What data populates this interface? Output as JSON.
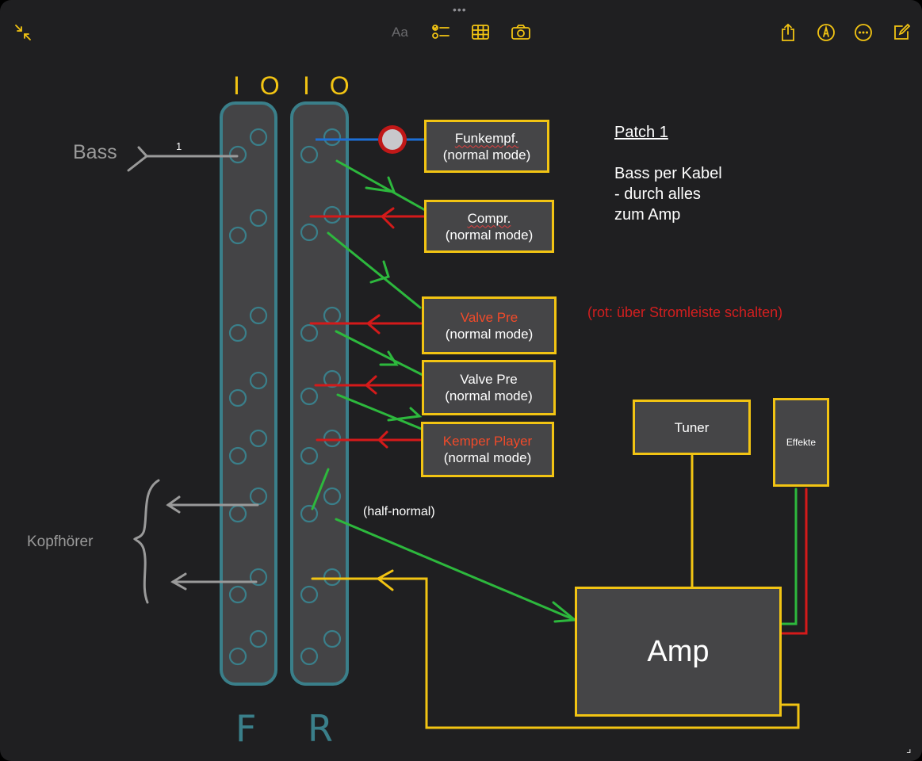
{
  "toolbar": {
    "format_label": "Aa",
    "grabber": "•••",
    "icons": [
      "collapse-icon",
      "checklist-icon",
      "table-icon",
      "camera-icon",
      "share-icon",
      "markup-pen-icon",
      "more-icon",
      "compose-icon"
    ]
  },
  "colors": {
    "accent": "#f2c413",
    "patchbay": "#3a7f8a",
    "signal": "#2db83d",
    "power": "#d41a1a",
    "wireless": "#1c6fd6",
    "hand": "#9a9a9a"
  },
  "patchbay": {
    "columns": [
      {
        "top_label": "I O",
        "bottom_label": "F"
      },
      {
        "top_label": "I O",
        "bottom_label": "R"
      }
    ]
  },
  "labels": {
    "bass": "Bass",
    "bass_channel": "1",
    "headphones": "Kopfhörer",
    "half_normal": "(half-normal)",
    "red_note": "(rot: über Stromleiste schalten)"
  },
  "note": {
    "title": "Patch 1",
    "line1": "Bass per Kabel",
    "line2": "- durch alles",
    "line3": "zum Amp"
  },
  "devices": [
    {
      "name": "Funkempf.",
      "mode": "(normal mode)"
    },
    {
      "name": "Compr.",
      "mode": "(normal mode)"
    },
    {
      "name": "Valve Pre",
      "mode": "(normal mode)"
    },
    {
      "name": "Valve Pre",
      "mode": "(normal mode)"
    },
    {
      "name": "Kemper Player",
      "mode": "(normal mode)"
    }
  ],
  "tuner": "Tuner",
  "effects": "Effekte",
  "amp": "Amp"
}
